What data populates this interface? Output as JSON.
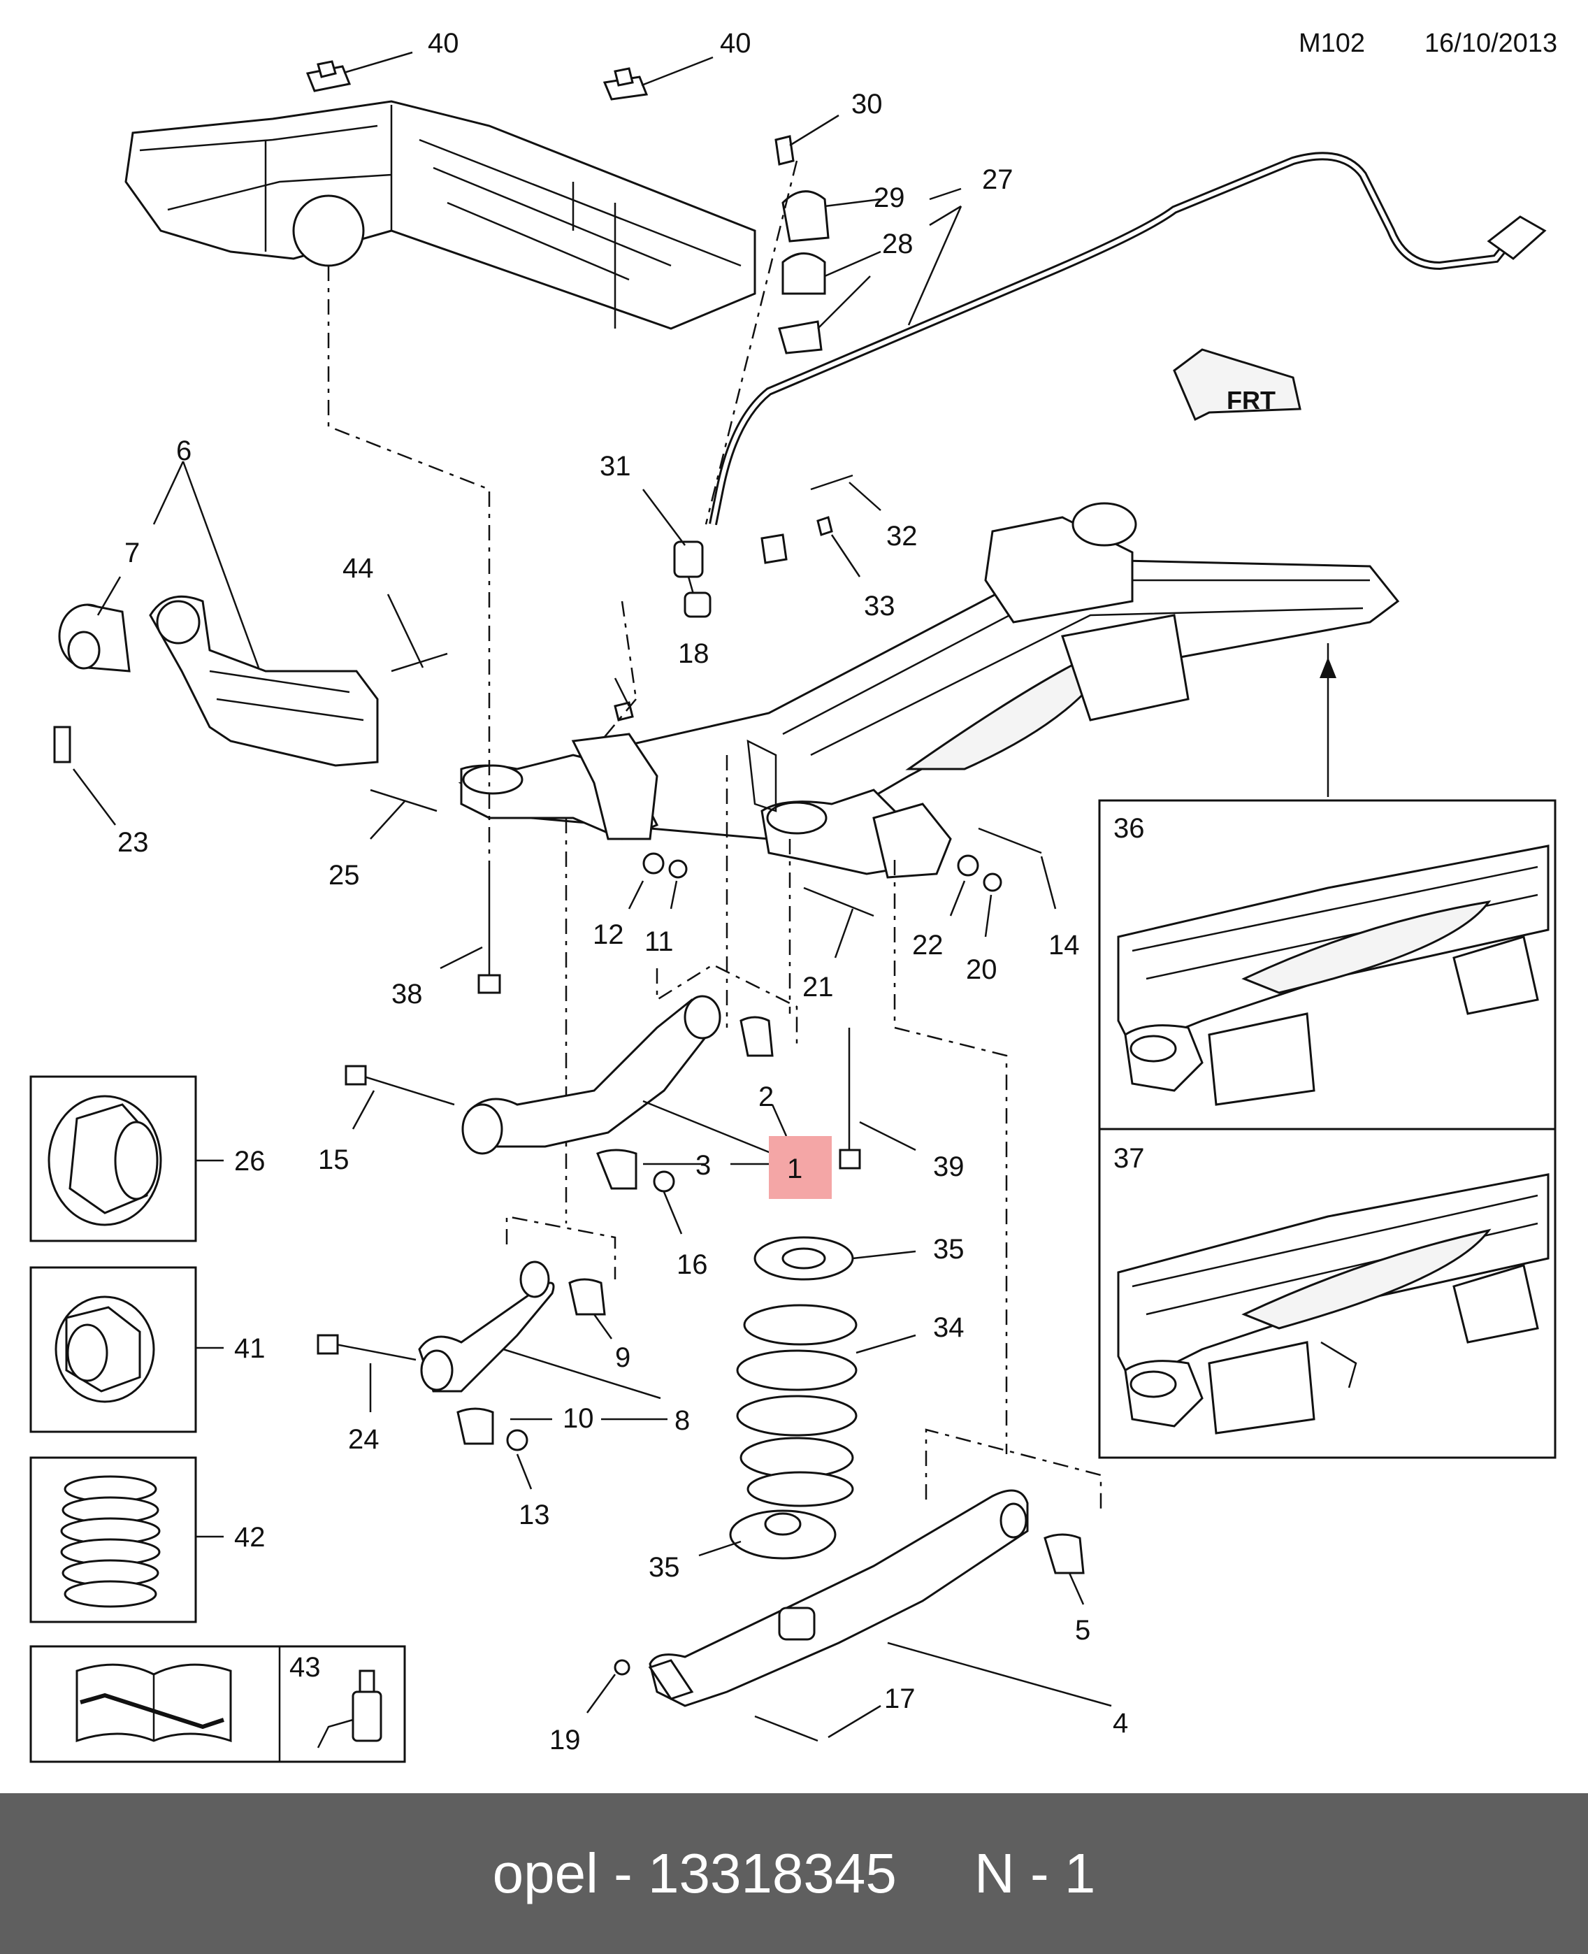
{
  "header": {
    "code": "M102",
    "date": "16/10/2013"
  },
  "callouts": [
    "40",
    "40",
    "30",
    "29",
    "27",
    "28",
    "31",
    "32",
    "33",
    "6",
    "7",
    "44",
    "18",
    "23",
    "25",
    "12",
    "11",
    "22",
    "20",
    "14",
    "38",
    "21",
    "2",
    "15",
    "3",
    "1",
    "39",
    "16",
    "35",
    "34",
    "9",
    "24",
    "10",
    "8",
    "13",
    "35",
    "5",
    "4",
    "17",
    "19"
  ],
  "highlighted_callout": "1",
  "inset_labels": [
    "36",
    "37"
  ],
  "legend": {
    "labels": [
      "26",
      "41",
      "42",
      "43"
    ]
  },
  "direction_label": "FRT",
  "highlight_color": "#f4a6a6",
  "footer": {
    "text": "opel - 13318345     N - 1"
  }
}
